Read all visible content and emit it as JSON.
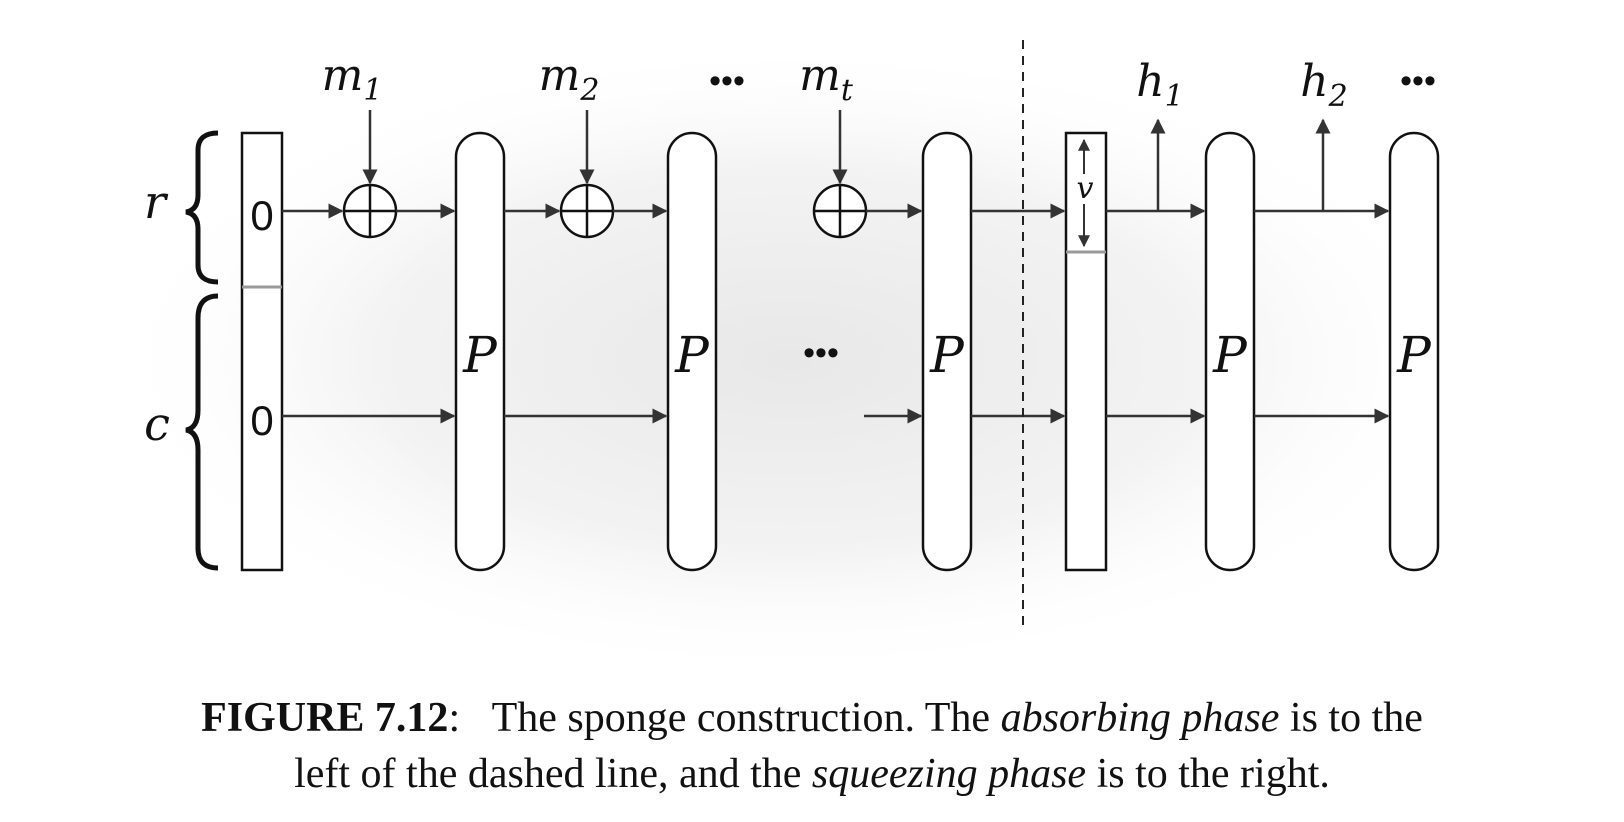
{
  "diagram": {
    "labels": {
      "rate": "r",
      "capacity": "c",
      "zero_top": "0",
      "zero_bottom": "0",
      "inputs": [
        "m",
        "m",
        "m"
      ],
      "input_subscripts": [
        "1",
        "2",
        "t"
      ],
      "outputs": [
        "h",
        "h"
      ],
      "output_subscripts": [
        "1",
        "2"
      ],
      "permutation": "P",
      "v_label": "v",
      "ellipsis": "•••"
    }
  },
  "caption": {
    "figure_number": "FIGURE 7.12",
    "colon": ":",
    "text_1": "The sponge construction. The ",
    "emph_1": "absorbing phase",
    "text_2": " is to the",
    "line_2_start": "left of the dashed line, and the ",
    "emph_2": "squeezing phase",
    "text_3": " is to the right."
  }
}
